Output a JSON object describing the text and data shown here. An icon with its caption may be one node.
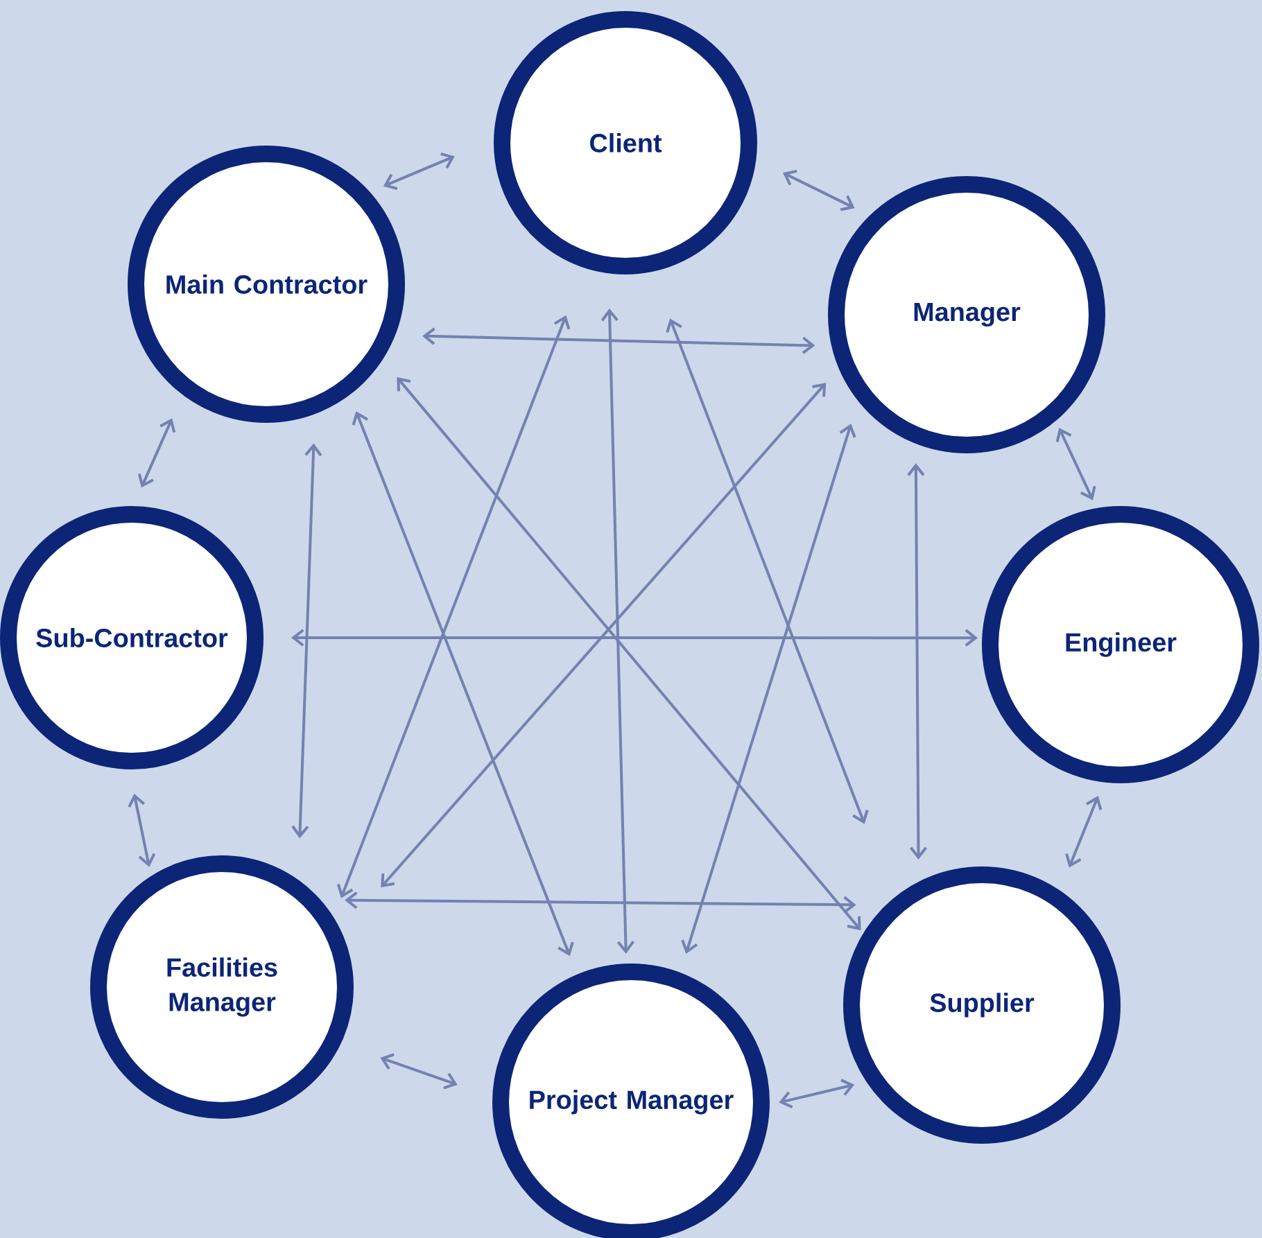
{
  "diagram": {
    "nodes": [
      {
        "text": [
          "Client"
        ]
      },
      {
        "text": [
          "Main Contractor"
        ]
      },
      {
        "text": [
          "Manager"
        ]
      },
      {
        "text": [
          "Sub-Contractor"
        ]
      },
      {
        "text": [
          "Engineer"
        ]
      },
      {
        "text": [
          "Facilities Manager"
        ]
      },
      {
        "text": [
          "Supplier"
        ]
      },
      {
        "text": [
          "Project Manager"
        ]
      }
    ],
    "edges": [
      {
        "from": 0,
        "to": 1,
        "arrow": "both"
      },
      {
        "from": 0,
        "to": 2,
        "arrow": "both"
      },
      {
        "from": 1,
        "to": 3,
        "arrow": "both"
      },
      {
        "from": 2,
        "to": 4,
        "arrow": "both"
      },
      {
        "from": 3,
        "to": 5,
        "arrow": "both"
      },
      {
        "from": 4,
        "to": 6,
        "arrow": "both"
      },
      {
        "from": 5,
        "to": 7,
        "arrow": "both"
      },
      {
        "from": 7,
        "to": 6,
        "arrow": "both"
      },
      {
        "from": 1,
        "to": 2,
        "arrow": "both"
      },
      {
        "from": 3,
        "to": 4,
        "arrow": "both"
      },
      {
        "from": 5,
        "to": 6,
        "arrow": "both"
      },
      {
        "from": 1,
        "to": 5,
        "arrow": "both"
      },
      {
        "from": 2,
        "to": 6,
        "arrow": "both"
      },
      {
        "from": 0,
        "to": 7,
        "arrow": "both"
      },
      {
        "from": 1,
        "to": 6,
        "arrow": "both"
      },
      {
        "from": 2,
        "to": 5,
        "arrow": "both"
      },
      {
        "from": 0,
        "to": 5,
        "arrow": "both"
      },
      {
        "from": 1,
        "to": 7,
        "arrow": "both"
      },
      {
        "from": 0,
        "to": 6,
        "arrow": "both"
      },
      {
        "from": 2,
        "to": 7,
        "arrow": "both"
      }
    ]
  }
}
